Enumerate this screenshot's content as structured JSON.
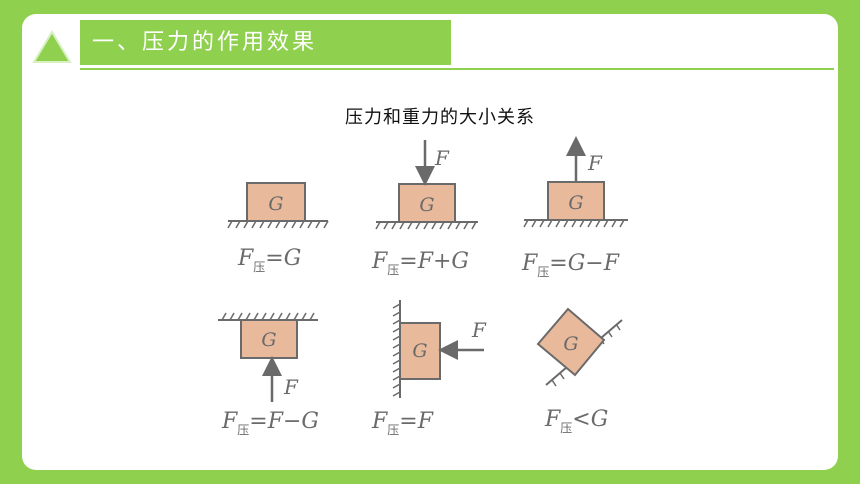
{
  "header": {
    "title": "一、压力的作用效果"
  },
  "figure": {
    "title": "压力和重力的大小关系",
    "block_label": "G",
    "force_label": "F",
    "subscript": "压",
    "formulas": [
      "=G",
      "=F+G",
      "=G−F",
      "=F−G",
      "=F",
      "<G"
    ]
  },
  "colors": {
    "accent": "#8fd14f",
    "block": "#e8b99b",
    "ink": "#6a6a6a"
  }
}
